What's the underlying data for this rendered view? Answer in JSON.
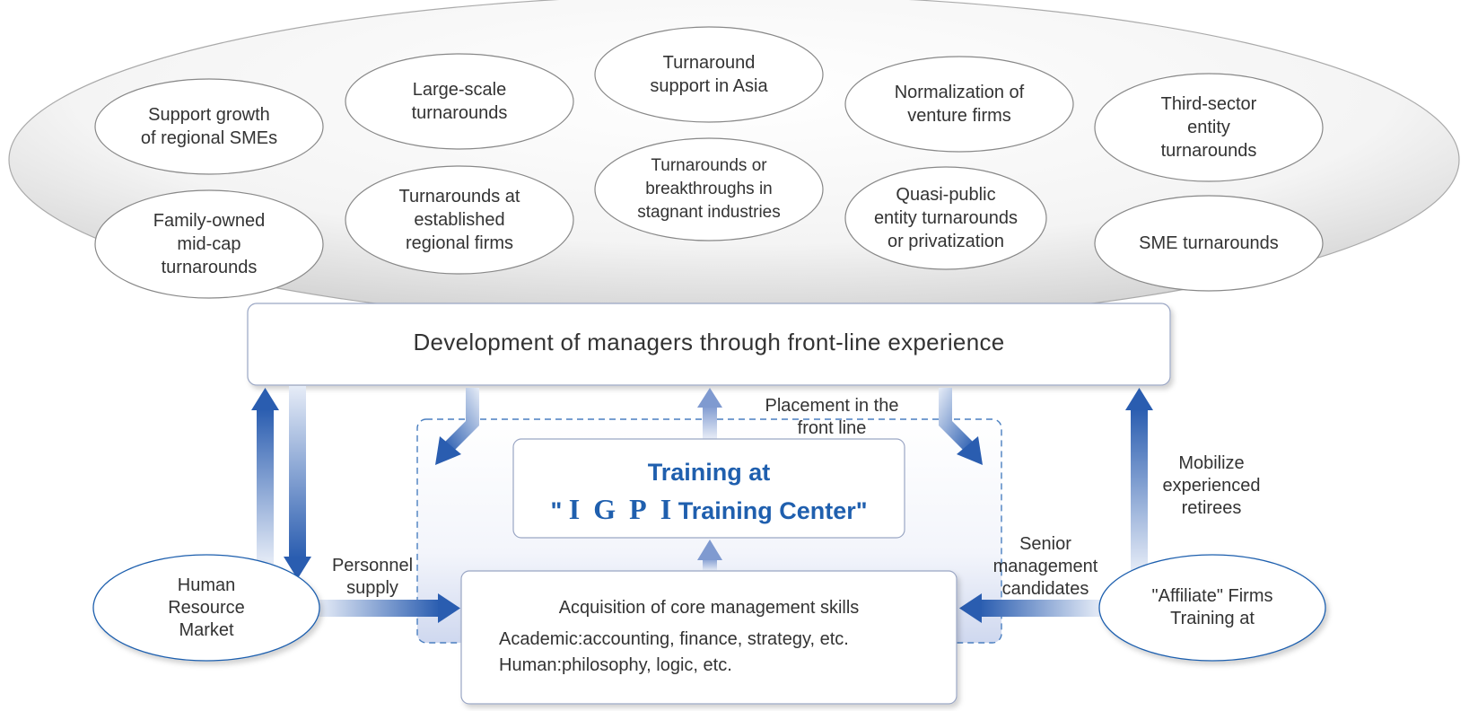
{
  "ovals": [
    {
      "label": "Support growth\nof regional SMEs"
    },
    {
      "label": "Family-owned\nmid-cap\nturnarounds"
    },
    {
      "label": "Large-scale\nturnarounds"
    },
    {
      "label": "Turnarounds at\nestablished\nregional firms"
    },
    {
      "label": "Turnaround\nsupport in Asia"
    },
    {
      "label": "Turnarounds or\nbreakthroughs in\nstagnant industries"
    },
    {
      "label": "Normalization of\nventure firms"
    },
    {
      "label": "Quasi-public\nentity turnarounds\nor privatization"
    },
    {
      "label": "Third-sector\nentity\nturnarounds"
    },
    {
      "label": "SME turnarounds"
    }
  ],
  "dev_box": "Development of managers through front-line experience",
  "placement": "Placement in the\nfront line",
  "training": {
    "line1": "Training at",
    "quote_open": "\"",
    "letters": [
      "I",
      "G",
      "P",
      "I"
    ],
    "line2_tail": "Training Center\""
  },
  "core": {
    "title": "Acquisition of core management skills",
    "academic": "Academic:accounting, finance, strategy, etc.",
    "human": "Human:philosophy, logic, etc."
  },
  "hr_market": "Human\nResource\nMarket",
  "affiliate": "\"Affiliate\" Firms\nTraining at",
  "personnel_supply": "Personnel\nsupply",
  "senior": "Senior\nmanagement\ncandidates",
  "mobilize": "Mobilize\nexperienced\nretirees",
  "colors": {
    "accent": "#1f5fae",
    "arrow_dark": "#2a5db0",
    "arrow_light": "#e6ecf7",
    "dash": "#4a7fc0"
  }
}
